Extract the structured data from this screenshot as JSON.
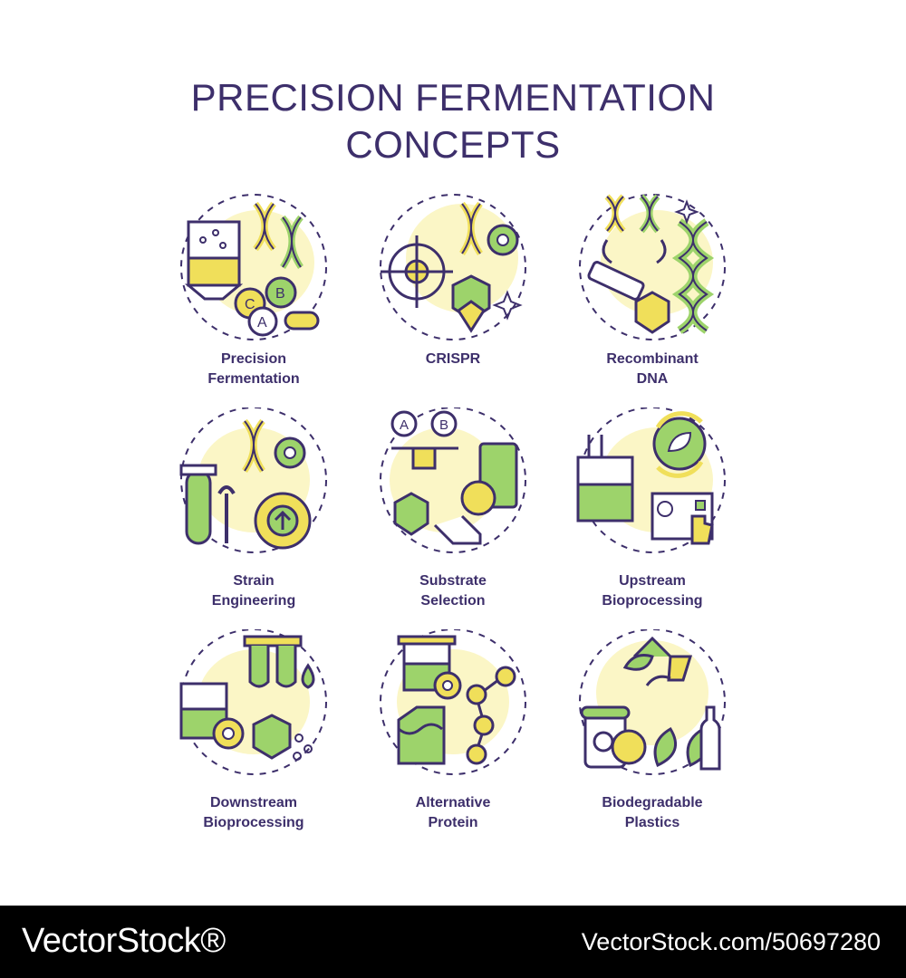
{
  "title": {
    "line1": "PRECISION FERMENTATION",
    "line2": "CONCEPTS"
  },
  "colors": {
    "accent_green": "#9dd36b",
    "accent_yellow": "#f0df5a",
    "halo": "#fbf6c6",
    "outline": "#3d2f6b"
  },
  "icons": [
    {
      "name": "precision-fermentation-icon",
      "label": [
        "Precision",
        "Fermentation"
      ]
    },
    {
      "name": "crispr-icon",
      "label": [
        "CRISPR"
      ]
    },
    {
      "name": "recombinant-dna-icon",
      "label": [
        "Recombinant",
        "DNA"
      ]
    },
    {
      "name": "strain-engineering-icon",
      "label": [
        "Strain",
        "Engineering"
      ]
    },
    {
      "name": "substrate-selection-icon",
      "label": [
        "Substrate",
        "Selection"
      ]
    },
    {
      "name": "upstream-bioprocessing-icon",
      "label": [
        "Upstream",
        "Bioprocessing"
      ]
    },
    {
      "name": "downstream-bioprocessing-icon",
      "label": [
        "Downstream",
        "Bioprocessing"
      ]
    },
    {
      "name": "alternative-protein-icon",
      "label": [
        "Alternative",
        "Protein"
      ]
    },
    {
      "name": "biodegradable-plastics-icon",
      "label": [
        "Biodegradable",
        "Plastics"
      ]
    }
  ],
  "footer": {
    "brand": "VectorStock®",
    "url": "VectorStock.com/50697280"
  }
}
